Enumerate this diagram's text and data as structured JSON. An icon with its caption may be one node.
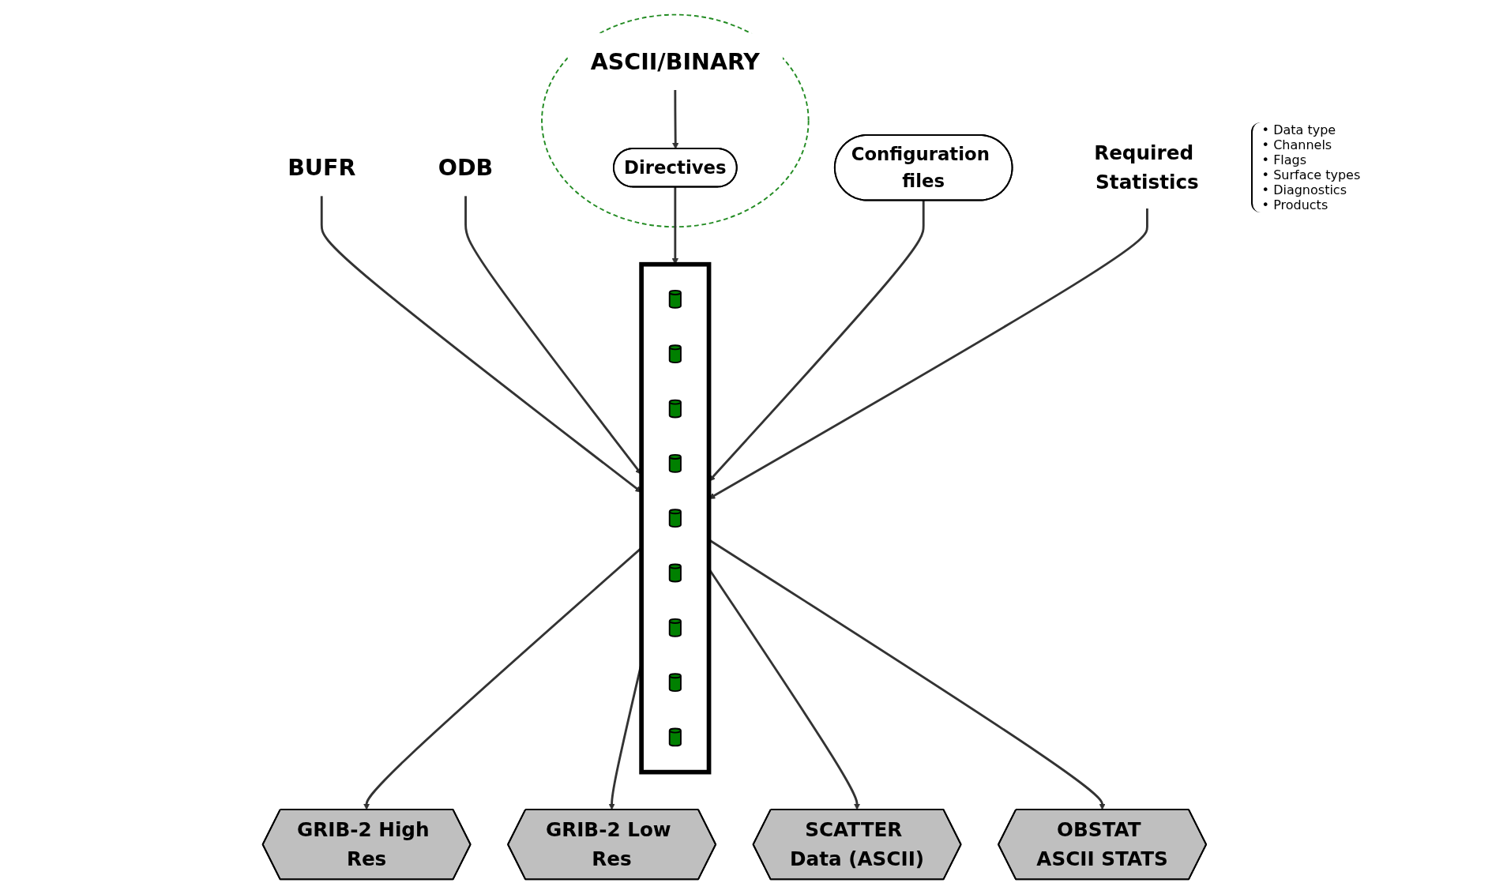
{
  "diagram": {
    "nodes": [
      {
        "text": [
          "BUFR"
        ]
      },
      {
        "text": [
          "ODB"
        ]
      },
      {
        "text": [],
        "shape": "circle"
      },
      {
        "text": [
          "ASCII/BINARY"
        ],
        "in": 2
      },
      {
        "text": [
          "Directives"
        ],
        "in": 2
      },
      {
        "text": [],
        "shape": "cylinder"
      },
      {
        "text": [],
        "shape": "cylinder",
        "in": 5
      },
      {
        "text": [],
        "shape": "cylinder",
        "in": 5
      },
      {
        "text": [],
        "shape": "cylinder",
        "in": 5
      },
      {
        "text": [],
        "shape": "cylinder",
        "in": 5
      },
      {
        "text": [],
        "shape": "cylinder",
        "in": 5
      },
      {
        "text": [],
        "shape": "cylinder",
        "in": 5
      },
      {
        "text": [],
        "shape": "cylinder",
        "in": 5
      },
      {
        "text": [],
        "shape": "cylinder",
        "in": 5
      },
      {
        "text": [],
        "shape": "cylinder",
        "in": 5
      },
      {
        "text": [
          "Configuration files"
        ]
      },
      {
        "text": [
          "Required Statistics"
        ],
        "beside": [
          "• Data type",
          "• Channels",
          "• Flags",
          "• Surface types",
          "• Diagnostics",
          "• Products"
        ]
      },
      {
        "text": [
          "GRIB-2 High Res"
        ]
      },
      {
        "text": [
          "GRIB-2 Low Res"
        ]
      },
      {
        "text": [
          "SCATTER Data (ASCII)"
        ]
      },
      {
        "text": [
          "OBSTAT ASCII STATS"
        ]
      }
    ],
    "edges": [
      {
        "from": 0,
        "to": 5,
        "arrow": "to"
      },
      {
        "from": 1,
        "to": 5,
        "arrow": "to"
      },
      {
        "from": 3,
        "to": 4,
        "arrow": "to"
      },
      {
        "from": 4,
        "to": 5,
        "arrow": "to"
      },
      {
        "from": 15,
        "to": 5,
        "arrow": "to"
      },
      {
        "from": 16,
        "to": 5,
        "arrow": "to"
      },
      {
        "from": 5,
        "to": 17,
        "arrow": "to"
      },
      {
        "from": 5,
        "to": 18,
        "arrow": "to"
      },
      {
        "from": 5,
        "to": 19,
        "arrow": "to"
      },
      {
        "from": 5,
        "to": 20,
        "arrow": "to"
      }
    ]
  }
}
